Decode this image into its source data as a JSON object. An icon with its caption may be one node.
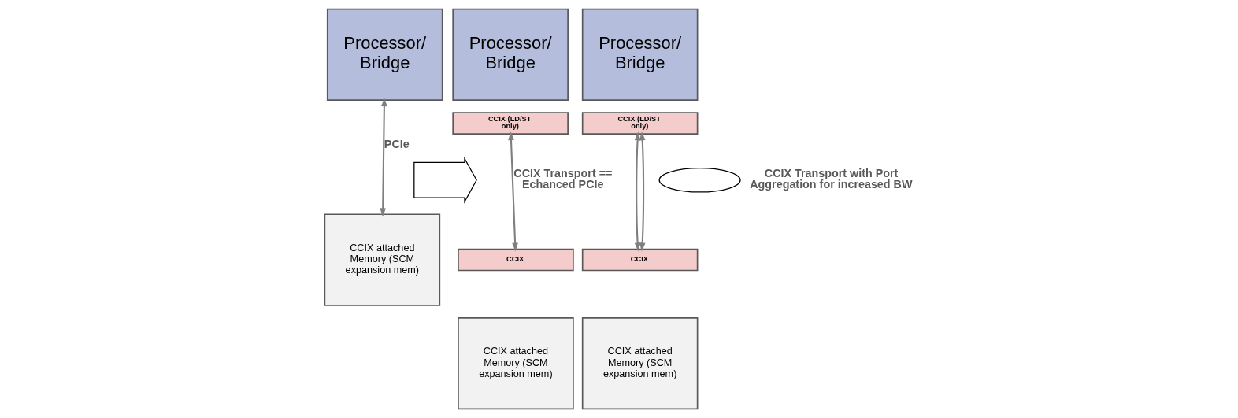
{
  "diagram": {
    "nodes": [
      {
        "text": [
          "Processor/ Bridge"
        ]
      },
      {
        "text": [
          "CCIX attached Memory (SCM expansion mem)"
        ]
      },
      {
        "text": [],
        "shape": "arrow"
      },
      {
        "text": [
          "Processor/ Bridge"
        ]
      },
      {
        "text": [
          "CCIX (LD/ST only)"
        ]
      },
      {
        "text": [
          "CCIX"
        ]
      },
      {
        "text": [
          "CCIX attached Memory (SCM expansion mem)"
        ]
      },
      {
        "text": [
          "Processor/ Bridge"
        ]
      },
      {
        "text": [
          "CCIX (LD/ST only)"
        ]
      },
      {
        "text": [
          "CCIX"
        ]
      },
      {
        "text": [
          "CCIX attached Memory (SCM expansion mem)"
        ]
      },
      {
        "text": [],
        "shape": "ellipse",
        "beside": [
          "CCIX Transport with Port Aggregation for increased BW"
        ]
      }
    ],
    "edges": [
      {
        "from": 0,
        "to": 1,
        "arrow": "both",
        "label": "PCIe"
      },
      {
        "from": 4,
        "to": 5,
        "arrow": "both",
        "label": "CCIX Transport == Echanced PCIe"
      },
      {
        "from": 8,
        "to": 9,
        "arrow": "both"
      },
      {
        "from": 8,
        "to": 9,
        "arrow": "both"
      }
    ]
  }
}
